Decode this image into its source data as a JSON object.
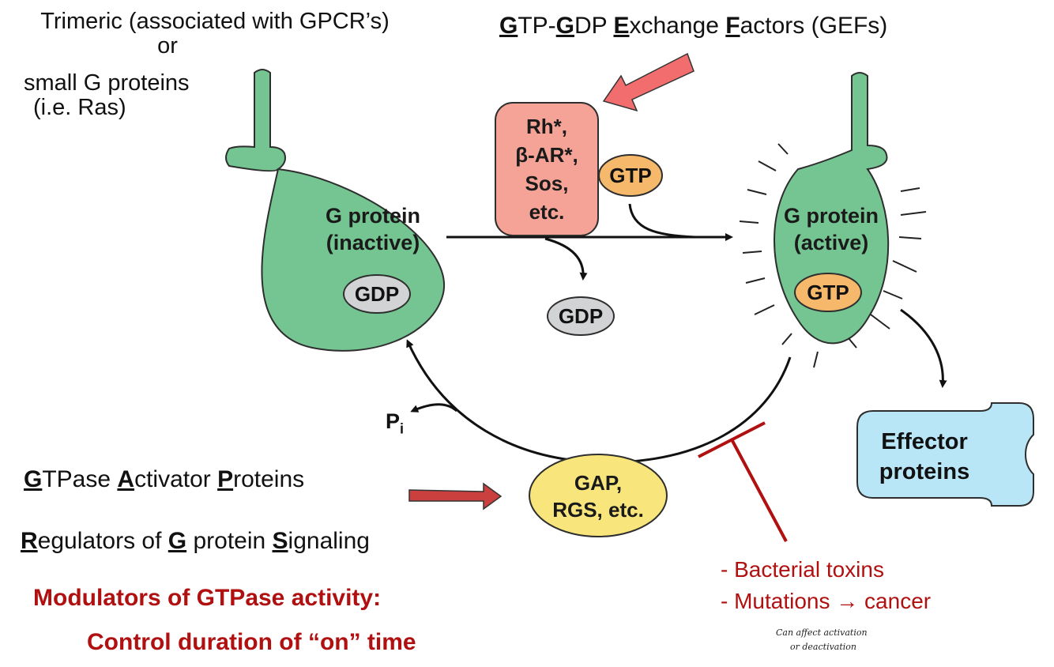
{
  "top_left_note": {
    "line1": "Trimeric (associated with GPCR’s)",
    "line2": "or",
    "line3": "small G proteins",
    "line4": "(i.e. Ras)"
  },
  "gef_title": {
    "part1_u": "G",
    "part1": "TP-",
    "part2_u": "G",
    "part2": "DP ",
    "part3_u": "E",
    "part3": "xchange ",
    "part4_u": "F",
    "part4": "actors (GEFs)"
  },
  "gef_box": {
    "line1": "Rh*,",
    "line2": "β-AR*,",
    "line3": "Sos,",
    "line4": "etc."
  },
  "gtp_input_label": "GTP",
  "inactive_protein": {
    "line1": "G protein",
    "line2": "(inactive)",
    "nucleotide": "GDP"
  },
  "released_gdp_label": "GDP",
  "active_protein": {
    "line1": "G protein",
    "line2": "(active)",
    "nucleotide": "GTP"
  },
  "phosphate": {
    "symbol": "P",
    "subscript": "i"
  },
  "effector": {
    "line1": "Effector",
    "line2": "proteins"
  },
  "gap_box": {
    "line1": "GAP,",
    "line2": "RGS, etc."
  },
  "gap_title": {
    "p1_u": "G",
    "p1": "TPase ",
    "p2_u": "A",
    "p2": "ctivator ",
    "p3_u": "P",
    "p3": "roteins"
  },
  "rgs_title": {
    "p1_u": "R",
    "p1": "egulators of ",
    "p2_u": "G",
    "p2": " protein ",
    "p3_u": "S",
    "p3": "ignaling"
  },
  "modulators": {
    "line1": "Modulators of GTPase activity:",
    "line2": "Control duration of “on” time"
  },
  "inhibitors": {
    "line1": "- Bacterial toxins",
    "line2": "- Mutations → cancer"
  },
  "handwritten_note": {
    "line1": "Can affect activation",
    "line2": "or deactivation"
  },
  "colors": {
    "protein_green": "#74c591",
    "gef_red": "#f5a396",
    "gtp_orange": "#f6b96b",
    "gdp_gray": "#d2d3d5",
    "gap_yellow": "#f8e67d",
    "effector_blue": "#b9e6f7",
    "dark_red_text": "#b01010",
    "arrow_pink": "#f26d6d",
    "arrow_darkred": "#c9403e"
  }
}
